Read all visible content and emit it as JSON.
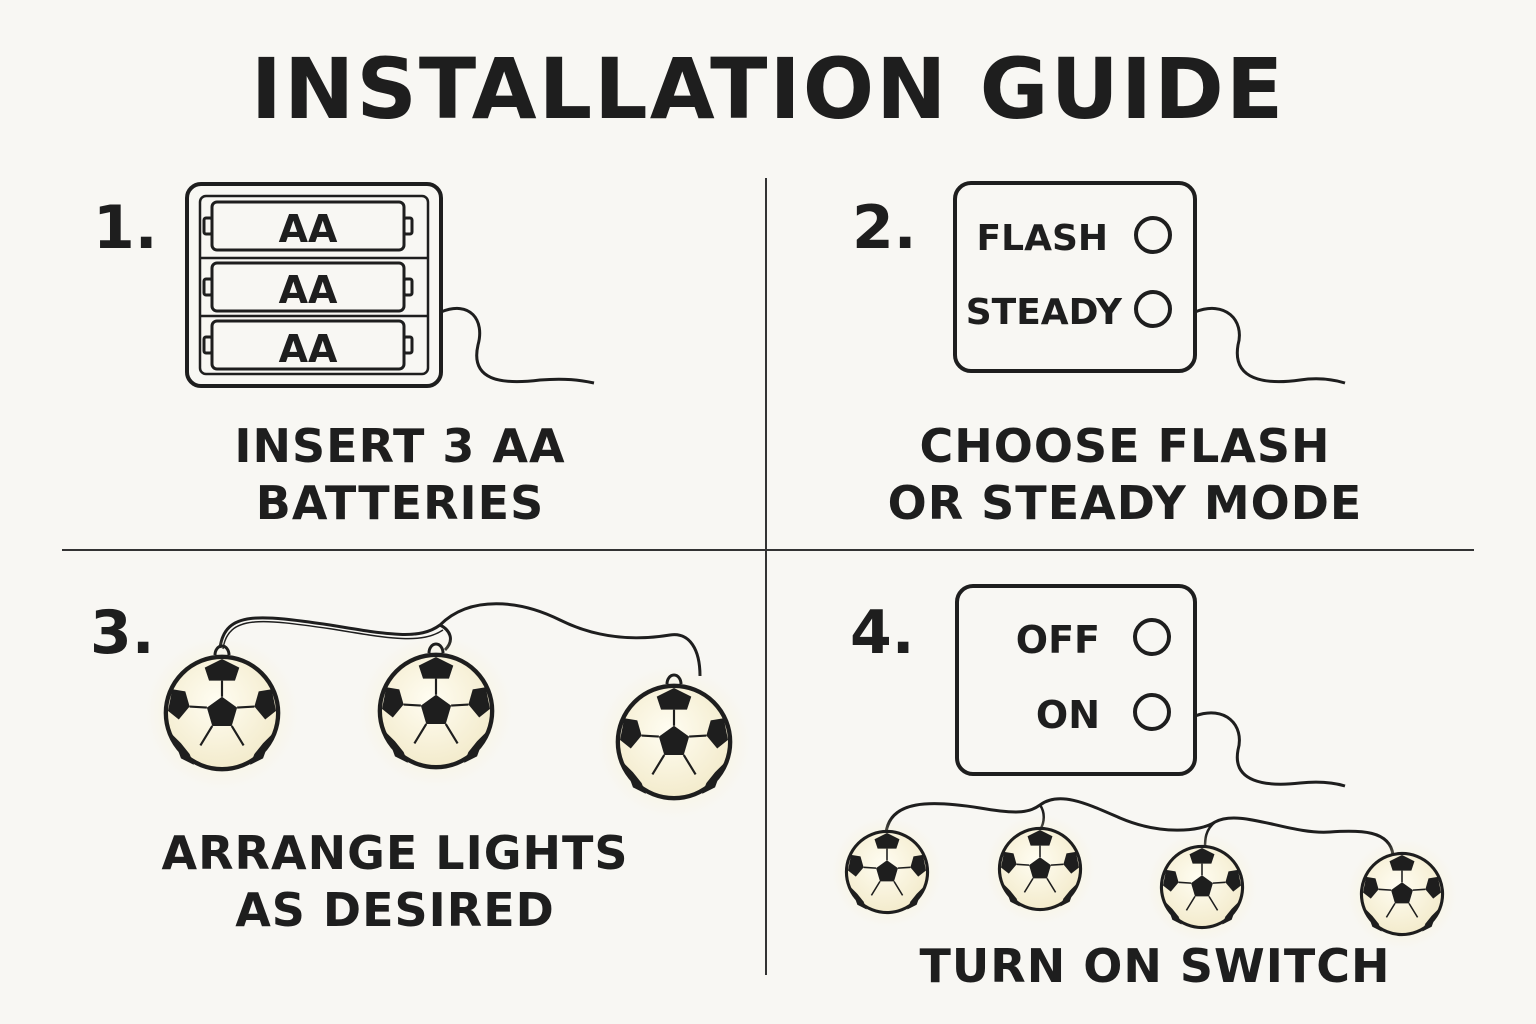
{
  "title": "INSTALLATION GUIDE",
  "steps": [
    {
      "number": "1.",
      "caption_line1": "INSERT 3 AA",
      "caption_line2": "BATTERIES",
      "battery_labels": [
        "AA",
        "AA",
        "AA"
      ]
    },
    {
      "number": "2.",
      "caption_line1": "CHOOSE FLASH",
      "caption_line2": "OR STEADY MODE",
      "modes": [
        "FLASH",
        "STEADY"
      ]
    },
    {
      "number": "3.",
      "caption_line1": "ARRANGE LIGHTS",
      "caption_line2": "AS DESIRED"
    },
    {
      "number": "4.",
      "caption": "TURN ON SWITCH",
      "switch_options": [
        "OFF",
        "ON"
      ]
    }
  ],
  "icons": {
    "battery_box": "battery-box-icon",
    "mode_switch": "mode-switch-box-icon",
    "power_switch": "power-switch-box-icon",
    "soccer_ball_light": "soccer-ball-light-icon"
  },
  "colors": {
    "ink": "#1e1e1e",
    "background": "#f8f7f3",
    "glow": "#f6efc8"
  }
}
